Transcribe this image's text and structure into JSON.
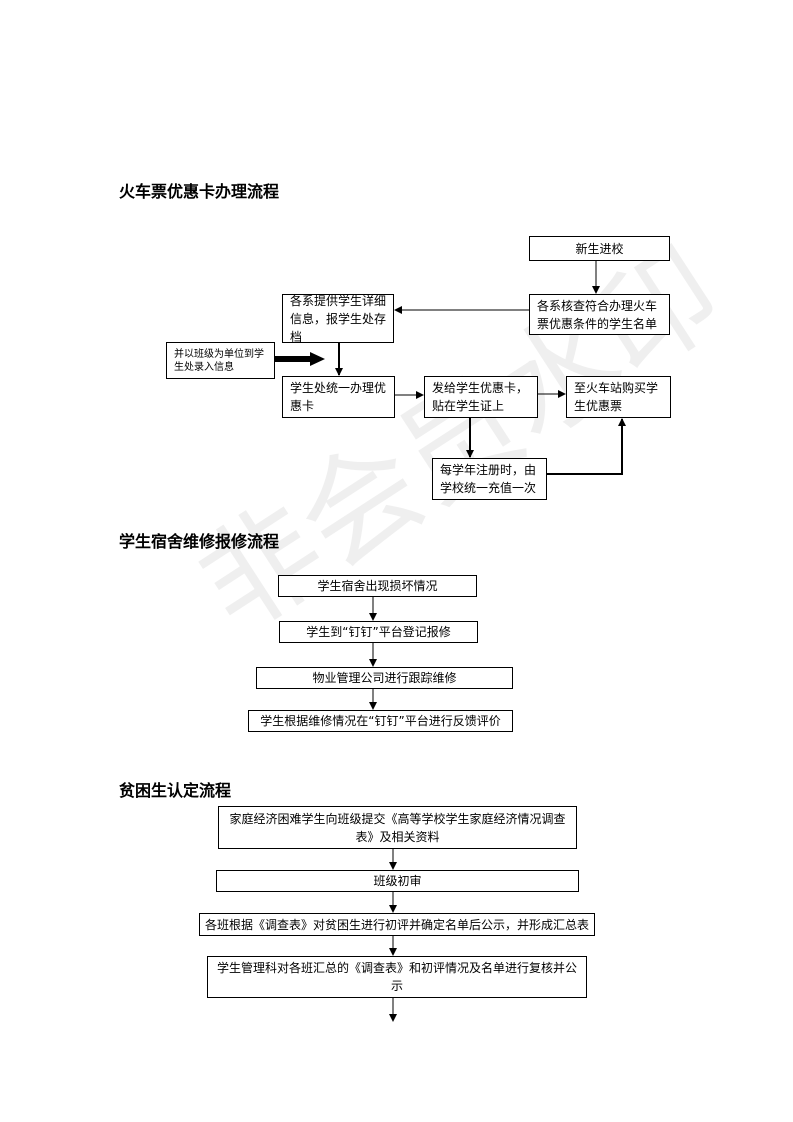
{
  "watermark": "非会员水印",
  "sections": {
    "railway": {
      "title": "火车票优惠卡办理流程",
      "boxes": {
        "new_student": "新生进校",
        "dept_check": "各系核查符合办理火车票优惠条件的学生名单",
        "dept_provide": "各系提供学生详细信息，报学生处存档",
        "class_input": "并以班级为单位到学生处录入信息",
        "unified": "学生处统一办理优惠卡",
        "issue": "发给学生优惠卡，贴在学生证上",
        "station": "至火车站购买学生优惠票",
        "recharge": "每学年注册时，由学校统一充值一次"
      }
    },
    "dorm": {
      "title": "学生宿舍维修报修流程",
      "steps": [
        "学生宿舍出现损坏情况",
        "学生到“钉钉”平台登记报修",
        "物业管理公司进行跟踪维修",
        "学生根据维修情况在“钉钉”平台进行反馈评价"
      ]
    },
    "poverty": {
      "title": "贫困生认定流程",
      "steps": [
        "家庭经济困难学生向班级提交《高等学校学生家庭经济情况调查表》及相关资料",
        "班级初审",
        "各班根据《调查表》对贫困生进行初评并确定名单后公示，并形成汇总表",
        "学生管理科对各班汇总的《调查表》和初评情况及名单进行复核并公示"
      ]
    }
  }
}
